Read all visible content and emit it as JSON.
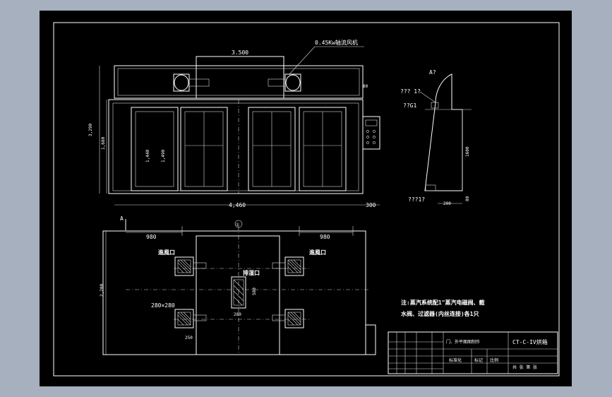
{
  "background_color": "#a7b0be",
  "sheet_color": "#000000",
  "line_color": "#ffffff",
  "elevation": {
    "dim_top": "3.500",
    "fan_label": "0.45Kw轴流风机",
    "dim_80": "80",
    "dim_height_total": "3,290",
    "dim_1680": "1,680",
    "dim_1440": "1,440",
    "dim_1490": "1,490",
    "dim_bottom": "4,460",
    "dim_300": "300"
  },
  "side_view": {
    "title": "A?",
    "label_1": "??? 1?",
    "label_2": "??G1",
    "label_3": "???1?",
    "dim_1600": "1600",
    "dim_200": "200",
    "dim_80": "80"
  },
  "plan": {
    "section_mark": "A",
    "center_mark": "①",
    "dim_left": "980",
    "dim_right": "980",
    "inlet_left": "進風口",
    "inlet_right": "進風口",
    "exhaust": "排湿口",
    "dim_280": "280×280",
    "dim_2200": "2,200",
    "dim_580": "580",
    "dim_280b": "280",
    "dim_250": "250"
  },
  "note": {
    "line1": "注:蒸汽系统配1\"蒸汽电磁阀、截",
    "line2": "水阀、过滤器(内丝连接)各1只"
  },
  "title_block": {
    "part_name": "门、外平面图制作",
    "drawing_title": "CT-C-IV烘箱",
    "col_a": "标准化",
    "col_b": "标记",
    "col_c": "比例",
    "footer": "共 张  第 张"
  }
}
